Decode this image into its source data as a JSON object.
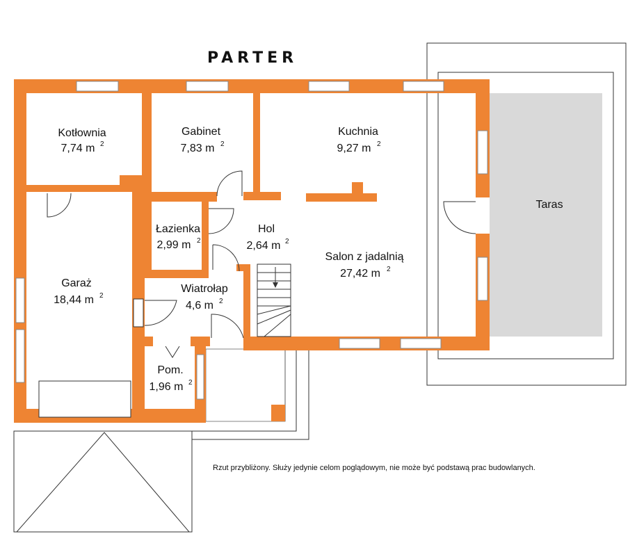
{
  "title": "PARTER",
  "rooms": [
    {
      "id": "kotlownia",
      "name": "Kotłownia",
      "area": "7,74 m",
      "sup": "2"
    },
    {
      "id": "gabinet",
      "name": "Gabinet",
      "area": "7,83 m",
      "sup": "2"
    },
    {
      "id": "kuchnia",
      "name": "Kuchnia",
      "area": "9,27 m",
      "sup": "2"
    },
    {
      "id": "lazienka",
      "name": "Łazienka",
      "area": "2,99 m",
      "sup": "2"
    },
    {
      "id": "hol",
      "name": "Hol",
      "area": "2,64 m",
      "sup": "2"
    },
    {
      "id": "salon",
      "name": "Salon z jadalnią",
      "area": "27,42 m",
      "sup": "2"
    },
    {
      "id": "garaz",
      "name": "Garaż",
      "area": "18,44 m",
      "sup": "2"
    },
    {
      "id": "wiatrolap",
      "name": "Wiatrołap",
      "area": "4,6 m",
      "sup": "2"
    },
    {
      "id": "pom",
      "name": "Pom.",
      "area": "1,96 m",
      "sup": "2"
    }
  ],
  "terrace": {
    "name": "Taras"
  },
  "note": "Rzut przybliżony. Służy jedynie celom poglądowym, nie może być podstawą prac budowlanych.",
  "colors": {
    "wall": "#ee8433",
    "terrace": "#d9d9d9",
    "line": "#333333"
  }
}
